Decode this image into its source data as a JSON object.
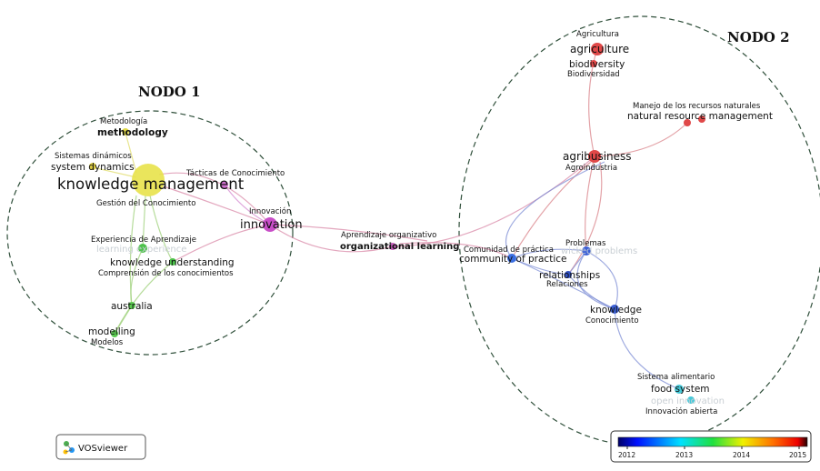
{
  "clusters": {
    "node1_title": "NODO 1",
    "node2_title": "NODO 2"
  },
  "nodes": {
    "methodology": {
      "es": "Metodología",
      "en": "methodology"
    },
    "system_dynamics": {
      "es": "Sistemas dinámicos",
      "en": "system dynamics"
    },
    "knowledge_management": {
      "en": "knowledge management",
      "es": "Gestión del Conocimiento"
    },
    "knowledge_tactics": {
      "es": "Tácticas de Conocimiento"
    },
    "innovation": {
      "es": "Innovación",
      "en": "innovation"
    },
    "learning_experience": {
      "es": "Experiencia de Aprendizaje",
      "en": "learning experience"
    },
    "knowledge_understanding": {
      "en": "knowledge understanding",
      "es": "Comprensión de los conocimientos"
    },
    "australia": {
      "en": "australia"
    },
    "modelling": {
      "en": "modelling",
      "es": "Modelos"
    },
    "organizational_learning": {
      "es": "Aprendizaje organizativo",
      "en": "organizational learning"
    },
    "agriculture": {
      "es": "Agricultura",
      "en": "agriculture"
    },
    "biodiversity": {
      "en": "biodiversity",
      "es": "Biodiversidad"
    },
    "natural_resource_management": {
      "es": "Manejo de los recursos naturales",
      "en": "natural resource management"
    },
    "agribusiness": {
      "en": "agribusiness",
      "es": "Agroindustria"
    },
    "wicked_problems": {
      "es": "Problemas",
      "en": "wicked problems"
    },
    "community_of_practice": {
      "es": "Comunidad de práctica",
      "en": "community of practice"
    },
    "relationships": {
      "en": "relationships",
      "es": "Relaciones"
    },
    "knowledge": {
      "en": "knowledge",
      "es": "Conocimiento"
    },
    "food_system": {
      "es": "Sistema alimentario",
      "en": "food system"
    },
    "open_innovation": {
      "en": "open innovation",
      "es": "Innovación abierta"
    }
  },
  "colors": {
    "yellow": "#e8e24a",
    "magenta": "#c94fc8",
    "green": "#4cc24a",
    "red": "#e04848",
    "blue": "#3b5fd6",
    "cyan": "#46c8d8"
  },
  "legend": {
    "ticks": [
      "2012",
      "2013",
      "2014",
      "2015"
    ],
    "range": [
      2012,
      2015
    ]
  },
  "logo": {
    "text": "VOSviewer"
  }
}
